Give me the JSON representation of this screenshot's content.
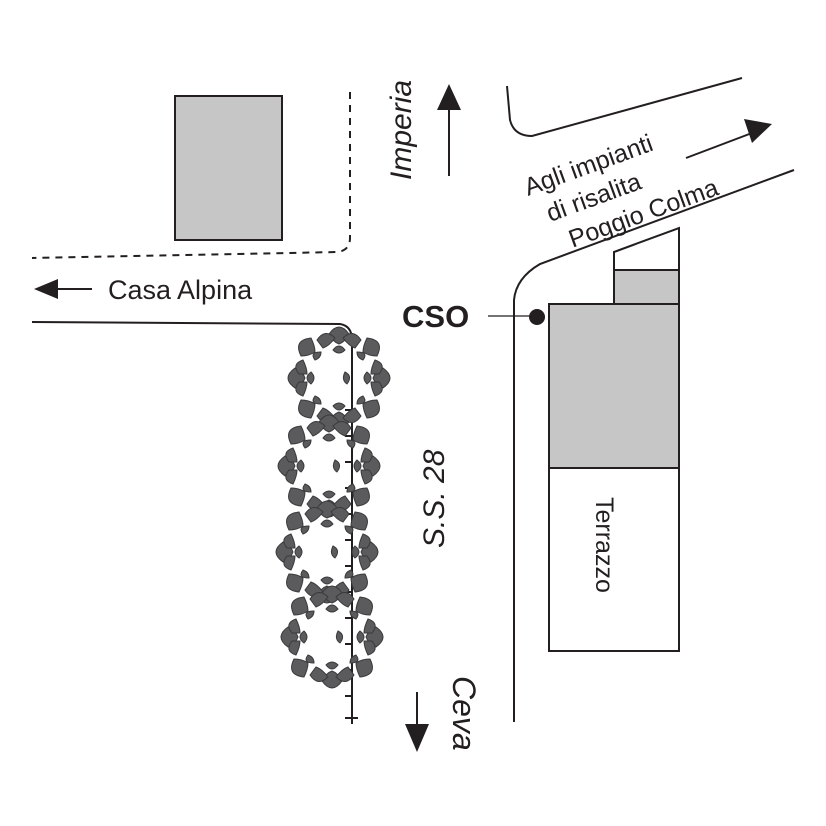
{
  "map": {
    "labels": {
      "imperia": "Imperia",
      "agli_line1": "Agli impianti",
      "agli_line2": "di risalita",
      "agli_line3": "Poggio Colma",
      "casa_alpina": "Casa Alpina",
      "cso": "CSO",
      "ss28": "S.S. 28",
      "terrazzo": "Terrazzo",
      "ceva": "Ceva"
    },
    "colors": {
      "line": "#231f20",
      "building_fill": "#c6c6c6",
      "tree_fill": "#5b5b5d",
      "background": "#ffffff"
    },
    "trees_count": 4
  }
}
